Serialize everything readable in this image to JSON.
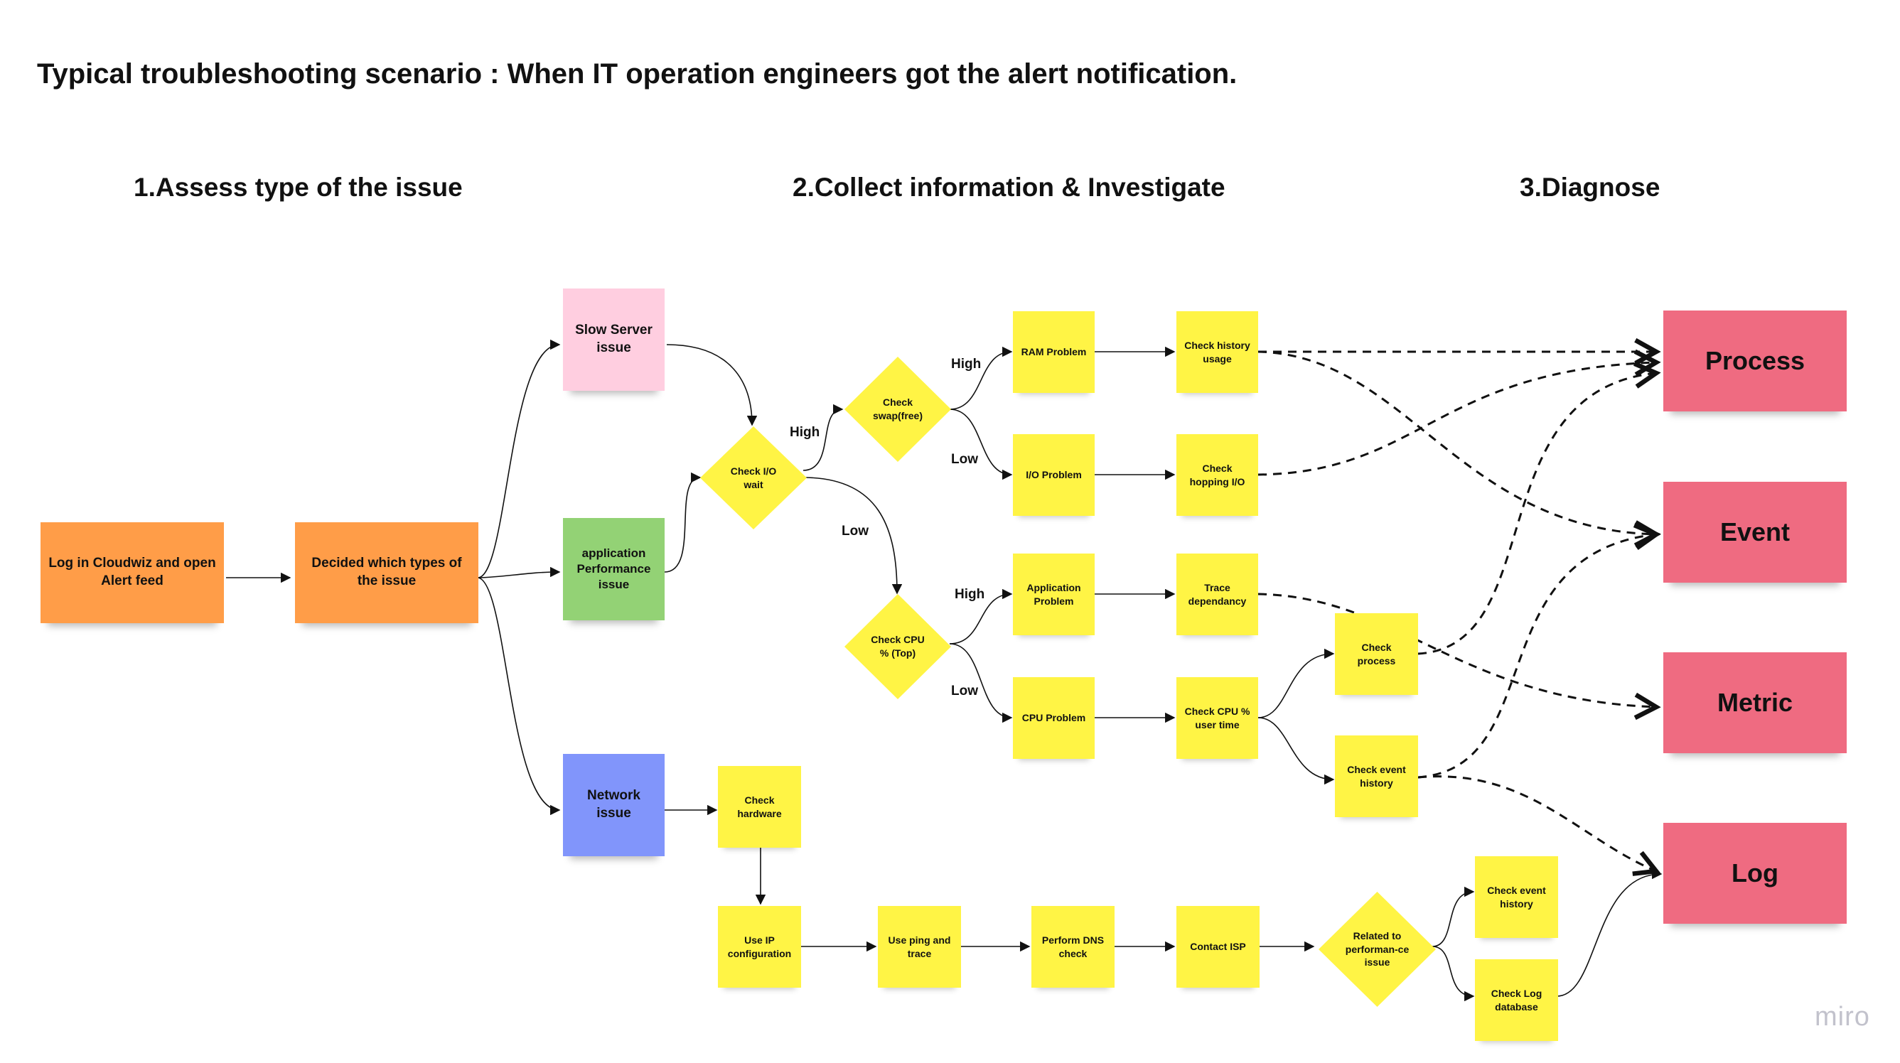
{
  "title": "Typical troubleshooting scenario : When IT operation engineers got the alert notification.",
  "phases": [
    "1.Assess type of the issue",
    "2.Collect information & Investigate",
    "3.Diagnose"
  ],
  "notes": {
    "login": "Log in Cloudwiz and open Alert feed",
    "decide": "Decided which types of the issue",
    "slow_server": "Slow Server issue",
    "app_perf": "application Performance issue",
    "network": "Network issue",
    "ram": "RAM Problem",
    "io": "I/O Problem",
    "app_problem": "Application Problem",
    "cpu_problem": "CPU Problem",
    "check_history_usage": "Check history usage",
    "check_hopping_io": "Check hopping I/O",
    "trace_dependancy": "Trace dependancy",
    "check_cpu_user": "Check CPU % user time",
    "check_process": "Check process",
    "check_event_history_1": "Check event history",
    "check_hardware": "Check hardware",
    "use_ip": "Use IP configuration",
    "use_ping": "Use ping and trace",
    "dns": "Perform DNS check",
    "isp": "Contact ISP",
    "check_event_history_2": "Check event history",
    "check_log_db": "Check Log database"
  },
  "decisions": {
    "io_wait": "Check I/O wait",
    "swap": "Check swap(free)",
    "cpu_top": "Check CPU % (Top)",
    "related": "Related to performan-ce issue"
  },
  "outcomes": {
    "process": "Process",
    "event": "Event",
    "metric": "Metric",
    "log": "Log"
  },
  "edge_labels": {
    "high_io": "High",
    "low_io": "Low",
    "high_swap": "High",
    "low_swap": "Low",
    "high_cpu": "High",
    "low_cpu": "Low"
  },
  "colors": {
    "orange": "#ff9d48",
    "pink": "#ffcee0",
    "green": "#93d275",
    "blue": "#8195fb",
    "yellow": "#fff445",
    "red": "#ef6b81"
  },
  "brand": "miro"
}
